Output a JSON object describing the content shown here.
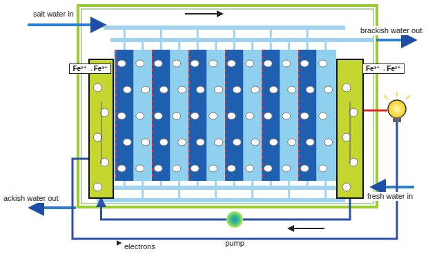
{
  "diagram": {
    "nodes": [
      {
        "text": [
          "Fe²⁺→Fe³⁺"
        ]
      },
      {
        "text": [
          "Fe³⁺→Fe²⁺"
        ]
      },
      {
        "text": [
          "pump"
        ]
      }
    ],
    "edges": [
      {
        "from": 1,
        "to": 2,
        "arrow": "none"
      },
      {
        "from": 2,
        "to": 0,
        "arrow": "to"
      }
    ],
    "labels": [
      "salt water in",
      "brackish water out",
      "ackish water out",
      "fresh water in",
      "electrons"
    ]
  }
}
